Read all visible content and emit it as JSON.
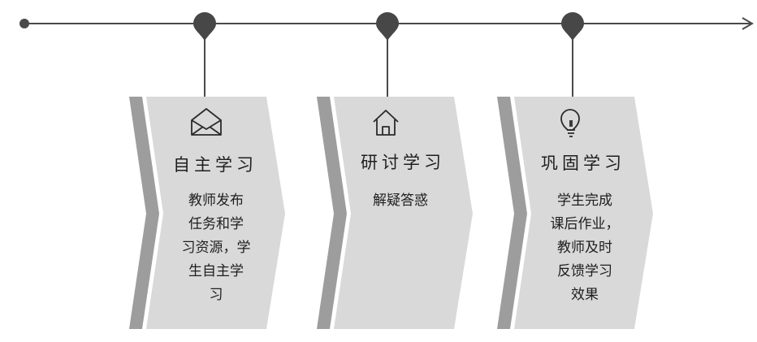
{
  "colors": {
    "line": "#4a4a4a",
    "pin": "#474747",
    "card_fill": "#d9d9d9",
    "card_stripe": "#9d9d9d"
  },
  "steps": [
    {
      "title": "自主学习",
      "icon": "envelope-icon",
      "desc": [
        "教师发布",
        "任务和学",
        "习资源，学",
        "生自主学",
        "习"
      ]
    },
    {
      "title": "研讨学习",
      "icon": "home-icon",
      "desc": [
        "解疑答惑"
      ]
    },
    {
      "title": "巩固学习",
      "icon": "lightbulb-icon",
      "desc": [
        "学生完成",
        "课后作业，",
        "教师及时",
        "反馈学习",
        "效果"
      ]
    }
  ]
}
